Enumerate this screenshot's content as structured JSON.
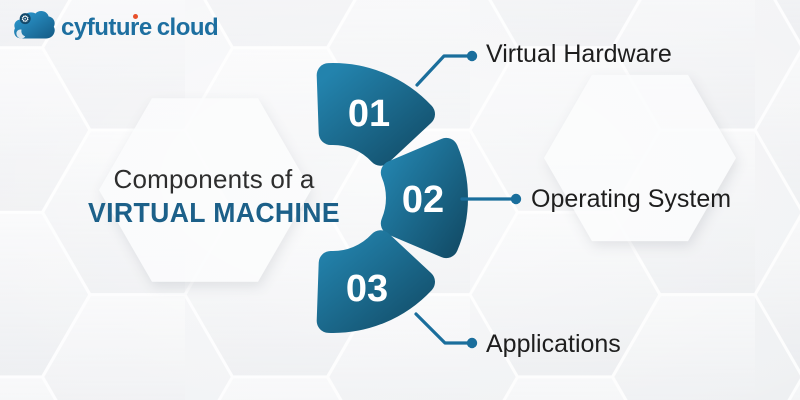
{
  "brand": {
    "icon": "cloud-gear-icon",
    "name_primary": "cyfuture",
    "name_secondary": "cloud"
  },
  "title": {
    "line1": "Components of a",
    "line2": "VIRTUAL MACHINE"
  },
  "diagram": {
    "type": "arc-list-infographic",
    "segments": [
      {
        "number": "01",
        "label": "Virtual Hardware"
      },
      {
        "number": "02",
        "label": "Operating System"
      },
      {
        "number": "03",
        "label": "Applications"
      }
    ]
  },
  "colors": {
    "segment_gradient_light": "#2383ad",
    "segment_gradient_dark": "#134f6b",
    "connector": "#1a6e9c",
    "title_accent": "#1c6089",
    "text_dark": "#1e1e1e",
    "logo_blue": "#1d6fa0",
    "logo_dot_red": "#e8502b",
    "background": "#f3f4f6",
    "hex_line": "#ffffff"
  }
}
